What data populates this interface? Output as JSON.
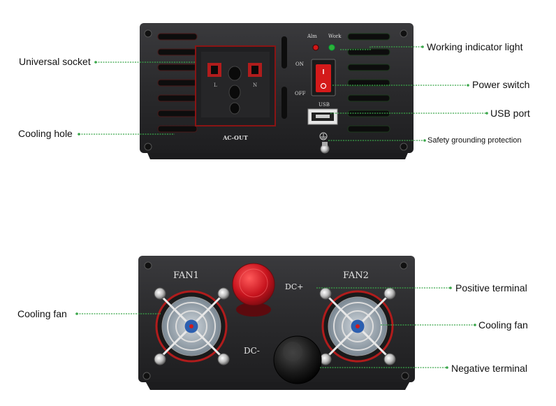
{
  "panel_top": {
    "labels": {
      "universal_socket": "Universal socket",
      "cooling_hole": "Cooling hole",
      "working_indicator_light": "Working indicator light",
      "power_switch": "Power switch",
      "usb_port": "USB port",
      "safety_grounding": "Safety grounding protection"
    },
    "printed": {
      "ac_out": "AC-OUT",
      "alm": "Alm",
      "work": "Work",
      "on": "ON",
      "off": "OFF",
      "usb": "USB",
      "socket_left": "L",
      "socket_right": "N"
    }
  },
  "panel_bottom": {
    "labels": {
      "cooling_fan_left": "Cooling fan",
      "cooling_fan_right": "Cooling fan",
      "positive_terminal": "Positive terminal",
      "negative_terminal": "Negative terminal"
    },
    "printed": {
      "fan1": "FAN1",
      "fan2": "FAN2",
      "dc_plus": "DC+",
      "dc_minus": "DC-"
    }
  },
  "colors": {
    "panel": "#2a2a2c",
    "socket_red": "#b01c1c",
    "leader_green": "#3aa64a",
    "terminal_red": "#c8141e"
  }
}
